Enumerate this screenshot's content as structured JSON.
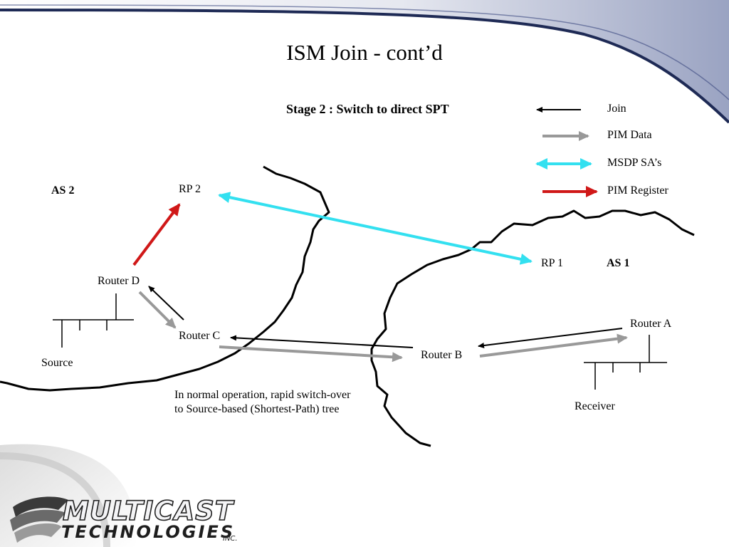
{
  "slide": {
    "title": "ISM Join - cont’d"
  },
  "stage_title": "Stage 2 : Switch to direct SPT",
  "legend": [
    {
      "label": "Join",
      "color": "#000000"
    },
    {
      "label": "PIM Data",
      "color": "#999999"
    },
    {
      "label": "MSDP SA’s",
      "color": "#33e0f0"
    },
    {
      "label": "PIM Register",
      "color": "#d01818"
    }
  ],
  "domains": {
    "as2": "AS 2",
    "as1": "AS 1"
  },
  "nodes": {
    "rp2": "RP 2",
    "rp1": "RP 1",
    "router_d": "Router D",
    "router_c": "Router C",
    "router_b": "Router B",
    "router_a": "Router A",
    "source": "Source",
    "receiver": "Receiver"
  },
  "note": {
    "line1": "In normal operation, rapid switch-over",
    "line2": "to Source-based (Shortest-Path) tree"
  },
  "logo": {
    "line1": "MULTICAST",
    "line2": "TECHNOLOGIES",
    "line3": "INC."
  },
  "colors": {
    "join": "#000000",
    "pim_data": "#999999",
    "msdp": "#33e0f0",
    "register": "#d01818",
    "header_band": "#2d3d73"
  }
}
